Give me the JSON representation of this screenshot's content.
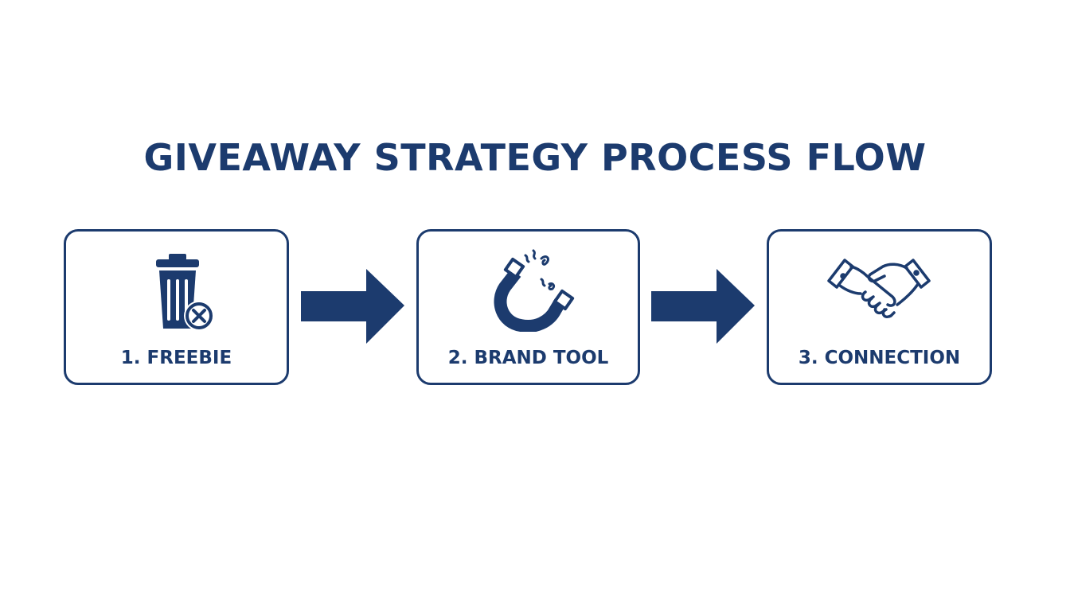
{
  "colors": {
    "primary": "#1c3b6e",
    "background": "#ffffff"
  },
  "title": "GIVEAWAY STRATEGY PROCESS FLOW",
  "steps": [
    {
      "label": "1. FREEBIE",
      "icon": "trash-can-x-icon"
    },
    {
      "label": "2. BRAND TOOL",
      "icon": "magnet-icon"
    },
    {
      "label": "3. CONNECTION",
      "icon": "handshake-icon"
    }
  ],
  "connectors": [
    {
      "icon": "arrow-right-icon"
    },
    {
      "icon": "arrow-right-icon"
    }
  ]
}
